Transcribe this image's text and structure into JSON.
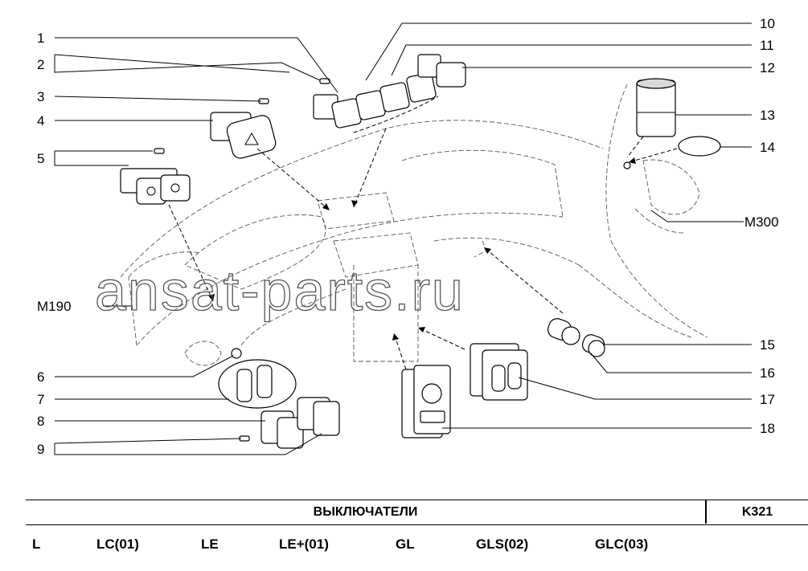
{
  "callouts": {
    "c1": "1",
    "c2": "2",
    "c3": "3",
    "c4": "4",
    "c5": "5",
    "c6": "6",
    "c7": "7",
    "c8": "8",
    "c9": "9",
    "c10": "10",
    "c11": "11",
    "c12": "12",
    "c13": "13",
    "c14": "14",
    "c15": "15",
    "c16": "16",
    "c17": "17",
    "c18": "18",
    "m190": "M190",
    "m300": "M300"
  },
  "watermark": "ansat-parts.ru",
  "title_bar": {
    "title": "ВЫКЛЮЧАТЕЛИ",
    "code": "K321"
  },
  "variants": [
    "L",
    "LC(01)",
    "LE",
    "LE+(01)",
    "GL",
    "GLS(02)",
    "GLC(03)"
  ]
}
